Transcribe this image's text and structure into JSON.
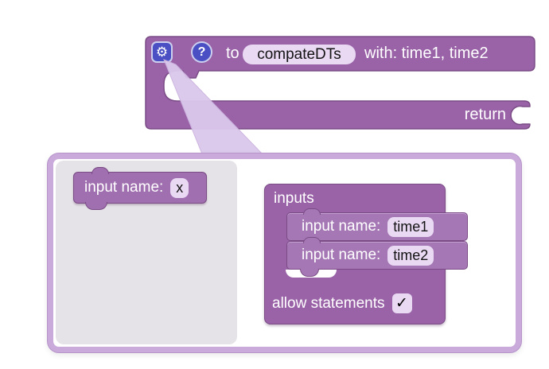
{
  "icons": {
    "gear": "⚙",
    "help": "?",
    "check": "✓"
  },
  "colors": {
    "block_purple": "#9a63a8",
    "block_border": "#7b4c86",
    "nested_block": "#a578b5",
    "flyout_block": "#a06fb0",
    "field_bg": "#e9d9f3",
    "popup_border": "#c9aadb",
    "flyout_panel_gray": "#e5e3e7",
    "icon_button_blue": "#4a4fc3",
    "beam": "#dbc8ec"
  },
  "definition_block": {
    "to_label": "to",
    "name_value": "compateDTs",
    "params_label": "with: time1, time2",
    "return_label": "return"
  },
  "mutator": {
    "flyout_block": {
      "label": "input name:",
      "field_value": "x"
    },
    "container_label": "inputs",
    "input_blocks": [
      {
        "label": "input name:",
        "field_value": "time1"
      },
      {
        "label": "input name:",
        "field_value": "time2"
      }
    ],
    "allow_statements_label": "allow statements",
    "allow_statements_checked": true
  }
}
